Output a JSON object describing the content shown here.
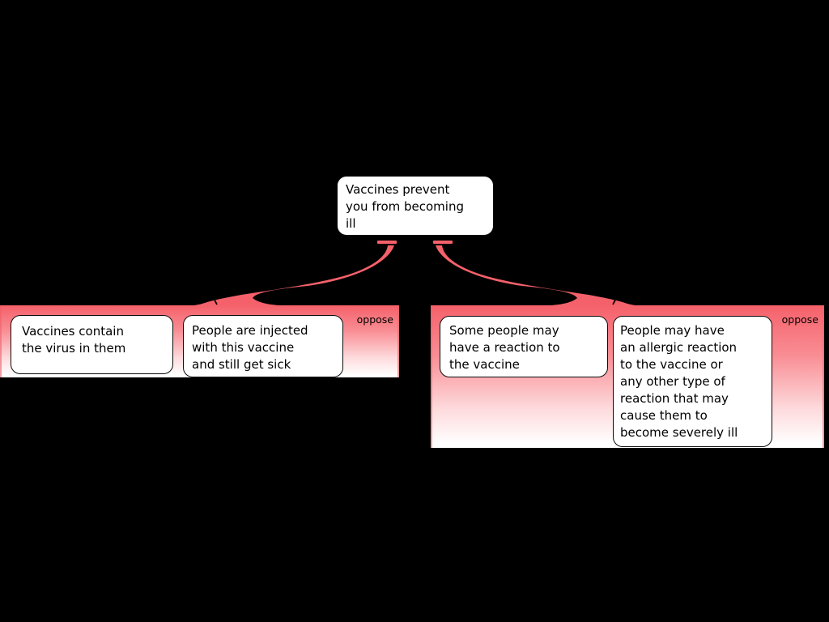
{
  "diagram": {
    "type": "argument-map",
    "root_claim": {
      "text": "Vaccines prevent\nyou from becoming\nill"
    },
    "groups": [
      {
        "relation_label": "oppose",
        "boxes": [
          {
            "text": "Vaccines contain\nthe virus in them"
          },
          {
            "text": "People are injected\nwith this vaccine\nand still get sick"
          }
        ]
      },
      {
        "relation_label": "oppose",
        "boxes": [
          {
            "text": "Some people may\nhave a reaction to\nthe vaccine"
          },
          {
            "text": "People may have\nan allergic reaction\nto the vaccine or\nany other type of\nreaction that may\ncause them to\nbecome severely ill"
          }
        ]
      }
    ],
    "colors": {
      "background": "#000000",
      "accent_red": "#f5616a",
      "group_gradient_top": "#f5616a",
      "group_gradient_bottom": "#ffffff",
      "node_fill": "#ffffff",
      "node_border": "#0d0d0d",
      "label_text": "#000000"
    }
  }
}
